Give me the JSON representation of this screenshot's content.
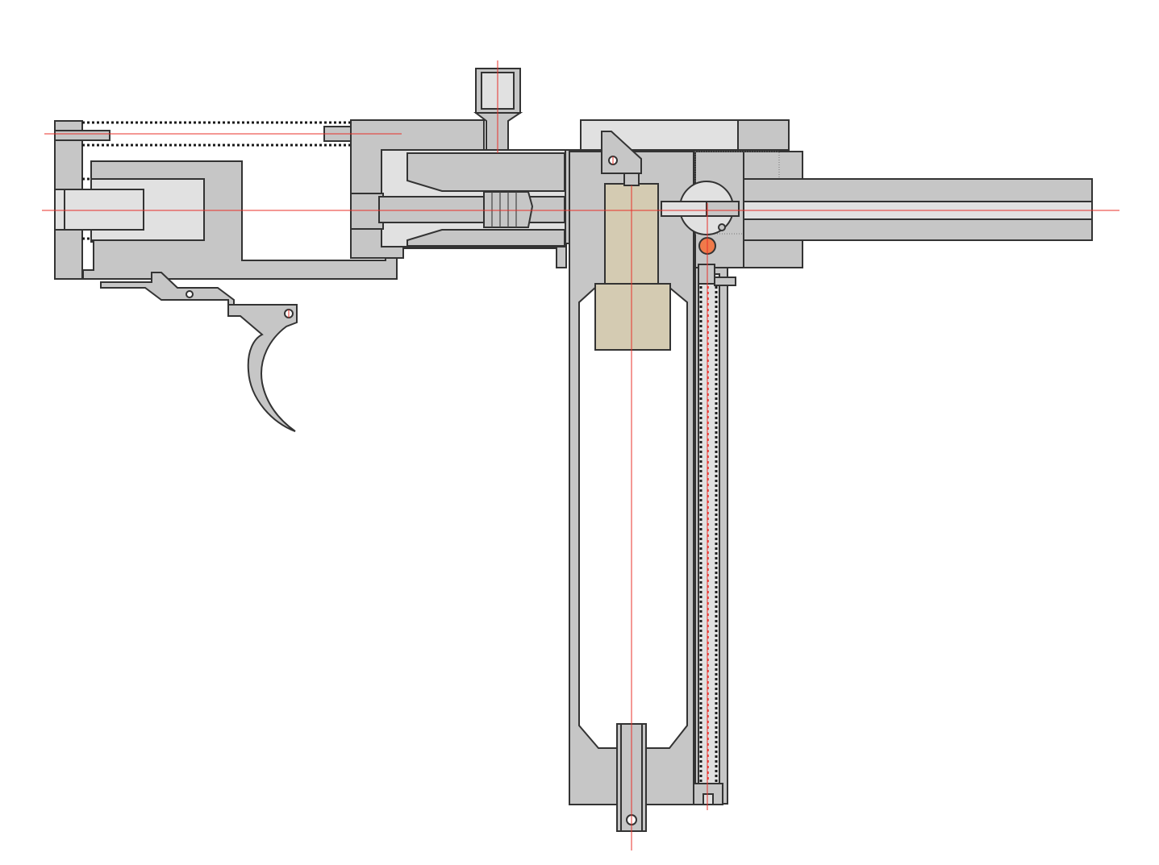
{
  "diagram": {
    "type": "mechanical cross-section",
    "colors": {
      "part_fill": "#c6c6c6",
      "part_fill_light": "#e1e1e1",
      "part_stroke": "#333333",
      "bolt_fill": "#d4cbb2",
      "ball_fill": "#f07a4a",
      "axis_line": "#e8302a",
      "background": "#ffffff"
    },
    "icons": {
      "pivot_pin": "circle-with-cross-icon",
      "ball": "filled-circle-icon"
    },
    "components": [
      "rear-end-cap",
      "recoil-spring-dotted",
      "buffer-block",
      "striker-housing",
      "striker-rod",
      "top-adjustment-screw",
      "upper-receiver",
      "receiver-frame",
      "bolt",
      "bolt-head",
      "latch-lever",
      "cylinder-drum",
      "barrel",
      "sear",
      "trigger",
      "feed-tube",
      "detent-ball",
      "bottom-pivot-block"
    ]
  }
}
